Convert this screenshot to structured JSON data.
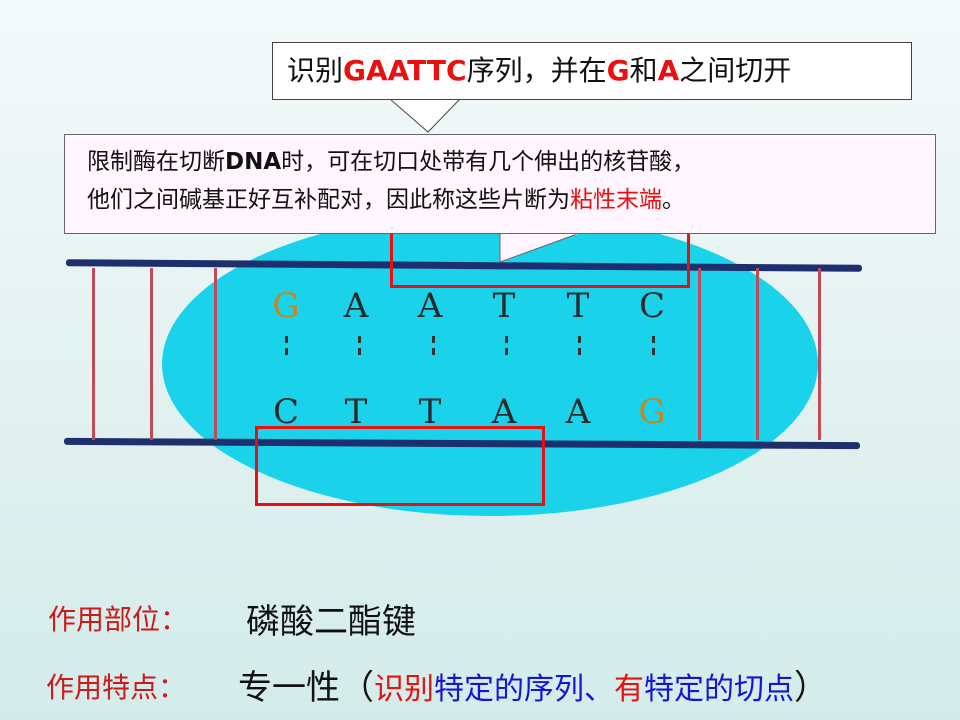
{
  "callout_top": {
    "pre": "识别",
    "seq": "GAATTC",
    "mid": "序列，并在",
    "g": "G",
    "he": "和",
    "a": "A",
    "post": "之间切开"
  },
  "callout_sticky": {
    "line1_pre": "限制酶在切断",
    "line1_dna": "DNA",
    "line1_post": "时，可在切口处带有几个伸出的核苷酸，",
    "line2_pre": "他们之间碱基正好互补配对，因此称这些片断为",
    "line2_red": "粘性末端",
    "line2_end": "。"
  },
  "dna": {
    "top_bases": [
      "G",
      "A",
      "A",
      "T",
      "T",
      "C"
    ],
    "bottom_bases": [
      "C",
      "T",
      "T",
      "A",
      "A",
      "G"
    ]
  },
  "info": {
    "site_label": "作用部位：",
    "site_value": "磷酸二酯键",
    "feature_label": "作用特点：",
    "feature_value": "专一性（",
    "feature_red1": "识别",
    "feature_blue1": "特定的序列、",
    "feature_red2": "有",
    "feature_blue2": "特定的切点",
    "feature_close": "）"
  },
  "colors": {
    "ellipse": "#1ad2ea",
    "strand": "#1e2f6e",
    "rung": "#c04a5a",
    "highlight": "#e81010",
    "guanine": "#c8861a",
    "blue_text": "#1515d8"
  }
}
